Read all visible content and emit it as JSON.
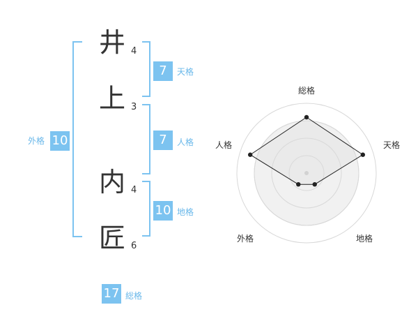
{
  "name": {
    "chars": [
      {
        "char": "井",
        "strokes": "4"
      },
      {
        "char": "上",
        "strokes": "3"
      },
      {
        "char": "内",
        "strokes": "4"
      },
      {
        "char": "匠",
        "strokes": "6"
      }
    ]
  },
  "fortunes": {
    "tenkaku": {
      "value": "7",
      "label": "天格"
    },
    "jinkaku": {
      "value": "7",
      "label": "人格"
    },
    "chikaku": {
      "value": "10",
      "label": "地格"
    },
    "gaikaku": {
      "value": "10",
      "label": "外格"
    },
    "soukaku": {
      "value": "17",
      "label": "総格"
    }
  },
  "colors": {
    "accent": "#7cc3f0",
    "text": "#333333"
  },
  "chart_data": {
    "type": "radar",
    "axes": [
      "総格",
      "天格",
      "地格",
      "外格",
      "人格"
    ],
    "values": [
      0.8,
      0.85,
      0.2,
      0.2,
      0.85
    ],
    "rings": 4,
    "range": [
      0,
      1
    ]
  }
}
